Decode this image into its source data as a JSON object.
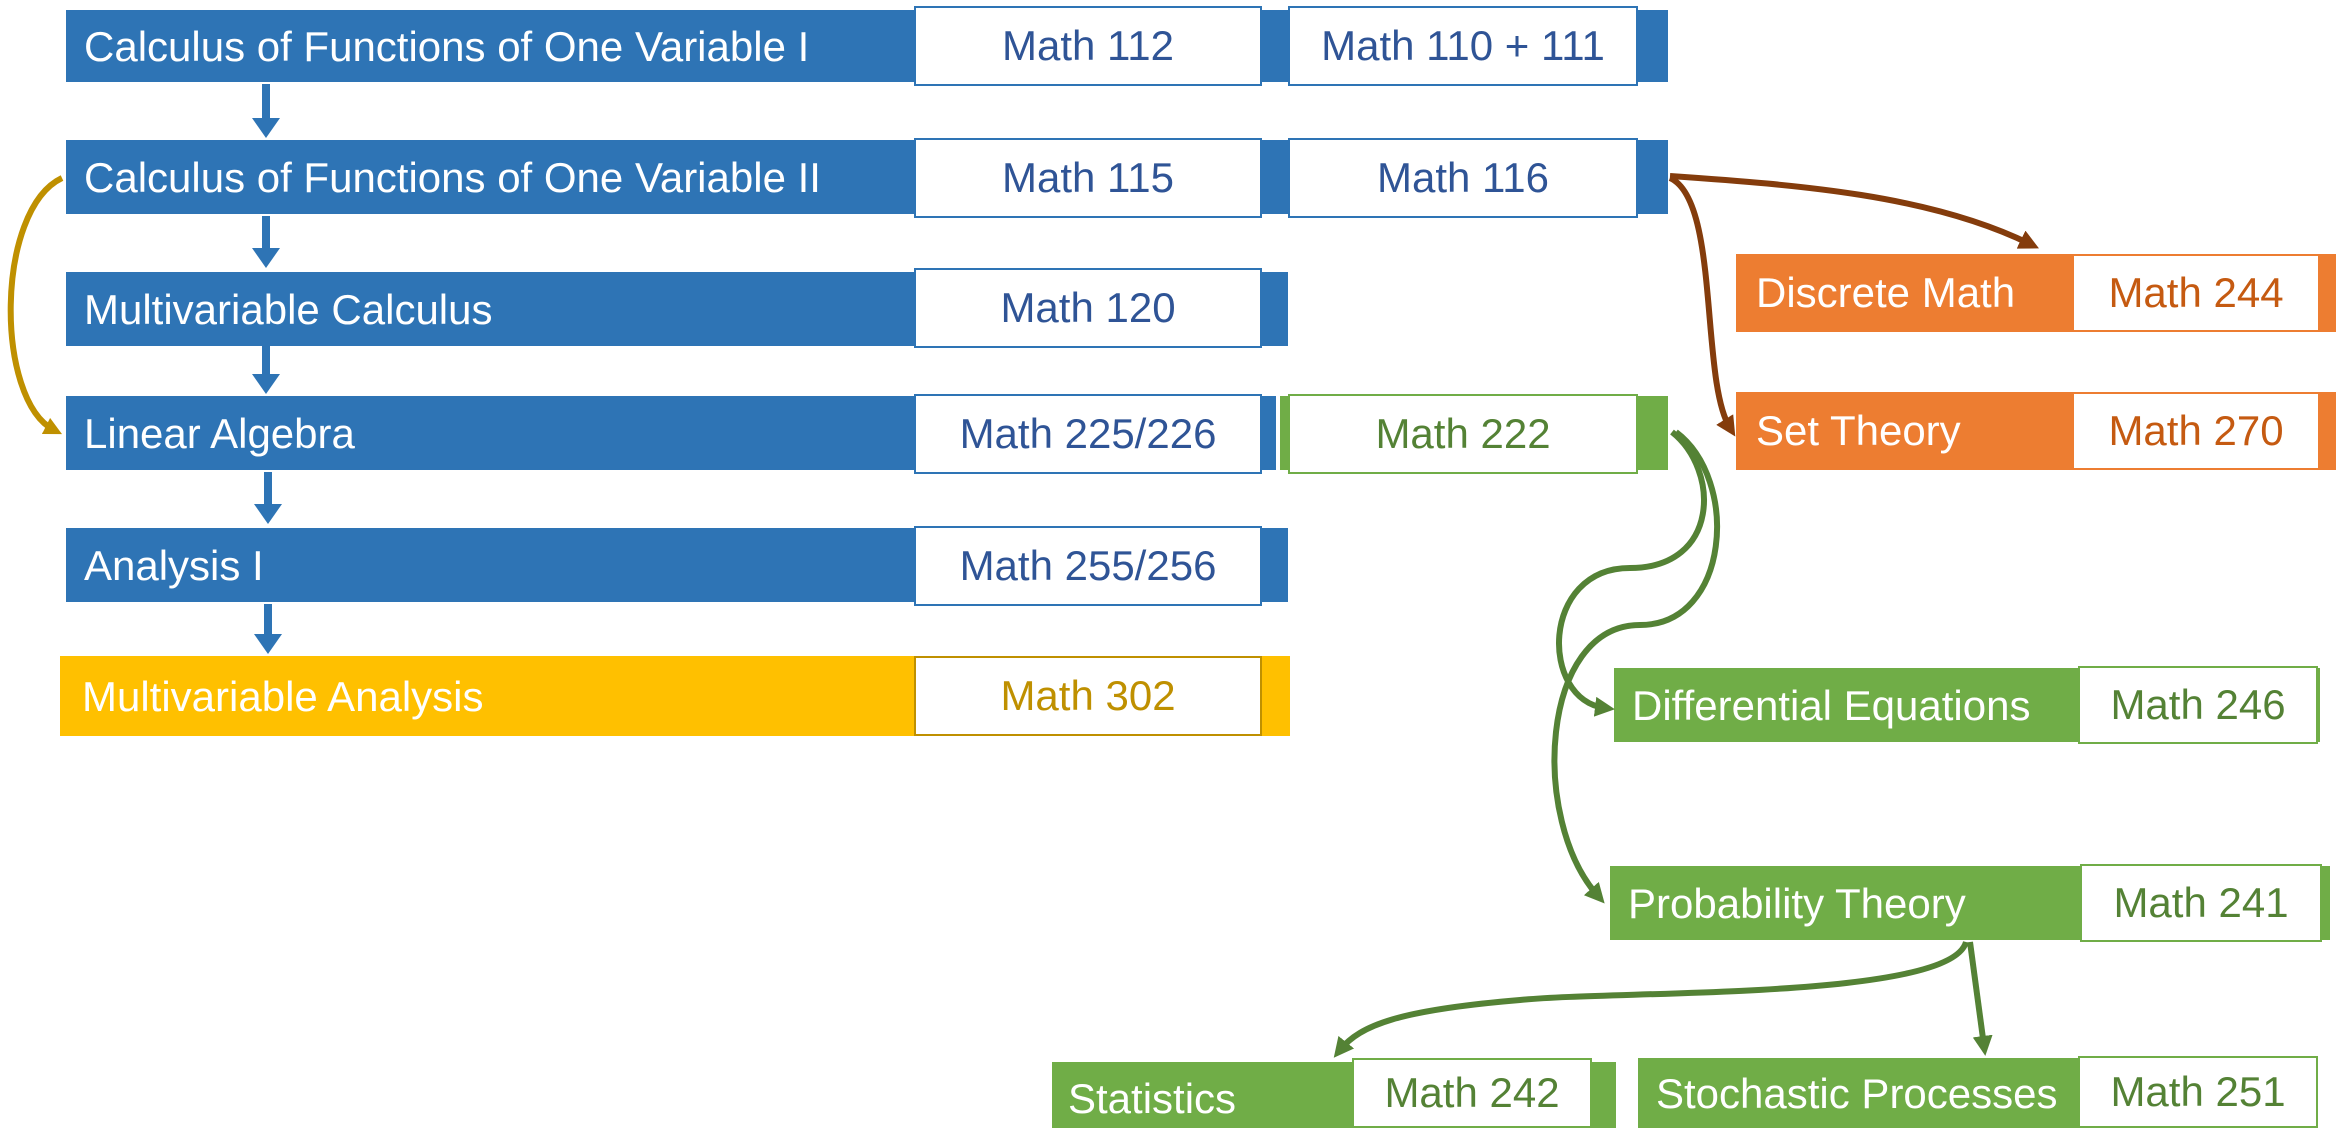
{
  "courses": {
    "calc1": {
      "title": "Calculus of Functions of One Variable I",
      "codes": [
        "Math 112",
        "Math 110 + 111"
      ]
    },
    "calc2": {
      "title": "Calculus of Functions of One Variable II",
      "codes": [
        "Math 115",
        "Math 116"
      ]
    },
    "multicalc": {
      "title": "Multivariable Calculus",
      "codes": [
        "Math 120"
      ]
    },
    "linalg": {
      "title": "Linear Algebra",
      "codes": [
        "Math 225/226",
        "Math 222"
      ]
    },
    "analysis1": {
      "title": "Analysis I",
      "codes": [
        "Math 255/256"
      ]
    },
    "multianalysis": {
      "title": "Multivariable Analysis",
      "codes": [
        "Math 302"
      ]
    },
    "discrete": {
      "title": "Discrete Math",
      "codes": [
        "Math 244"
      ]
    },
    "settheory": {
      "title": "Set Theory",
      "codes": [
        "Math 270"
      ]
    },
    "diffeq": {
      "title": "Differential Equations",
      "codes": [
        "Math 246"
      ]
    },
    "probability": {
      "title": "Probability Theory",
      "codes": [
        "Math 241"
      ]
    },
    "statistics": {
      "title": "Statistics",
      "codes": [
        "Math 242"
      ]
    },
    "stochastic": {
      "title": "Stochastic Processes",
      "codes": [
        "Math 251"
      ]
    }
  },
  "colors": {
    "blue": "#2e74b5",
    "gold": "#ffc000",
    "orange": "#ed7d31",
    "green": "#70ad47",
    "brown_arrow": "#843c0c",
    "gold_arrow": "#bf9000",
    "green_arrow": "#548235"
  }
}
